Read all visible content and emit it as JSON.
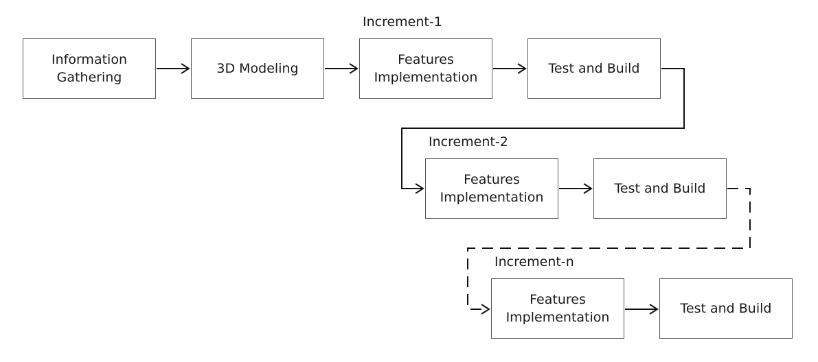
{
  "increments": [
    {
      "label": "Increment-1",
      "boxes": [
        {
          "line1": "Information",
          "line2": "Gathering"
        },
        {
          "line1": "3D Modeling",
          "line2": ""
        },
        {
          "line1": "Features",
          "line2": "Implementation"
        },
        {
          "line1": "Test and Build",
          "line2": ""
        }
      ]
    },
    {
      "label": "Increment-2",
      "boxes": [
        {
          "line1": "Features",
          "line2": "Implementation"
        },
        {
          "line1": "Test and Build",
          "line2": ""
        }
      ]
    },
    {
      "label": "Increment-n",
      "boxes": [
        {
          "line1": "Features",
          "line2": "Implementation"
        },
        {
          "line1": "Test and Build",
          "line2": ""
        }
      ]
    }
  ]
}
